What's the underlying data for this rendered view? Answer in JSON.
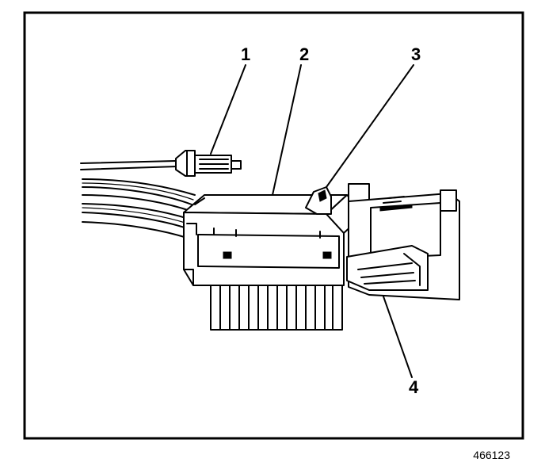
{
  "callouts": [
    {
      "id": "1",
      "label": "1"
    },
    {
      "id": "2",
      "label": "2"
    },
    {
      "id": "3",
      "label": "3"
    },
    {
      "id": "4",
      "label": "4"
    }
  ],
  "figure_id": "466123",
  "colors": {
    "ink": "#000000",
    "paper": "#ffffff"
  }
}
